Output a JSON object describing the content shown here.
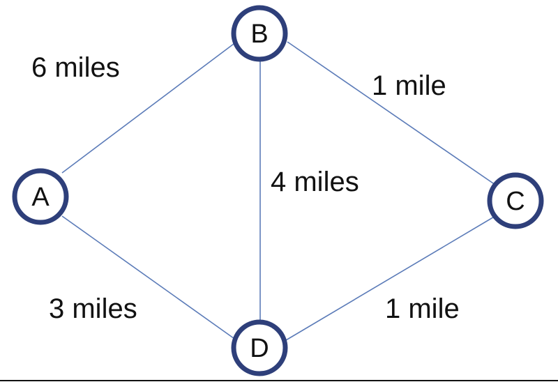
{
  "graph": {
    "nodes": [
      {
        "id": "A",
        "label": "A"
      },
      {
        "id": "B",
        "label": "B"
      },
      {
        "id": "C",
        "label": "C"
      },
      {
        "id": "D",
        "label": "D"
      }
    ],
    "edges": [
      {
        "from": "A",
        "to": "B",
        "label": "6 miles"
      },
      {
        "from": "B",
        "to": "C",
        "label": "1 mile"
      },
      {
        "from": "B",
        "to": "D",
        "label": "4 miles"
      },
      {
        "from": "A",
        "to": "D",
        "label": "3 miles"
      },
      {
        "from": "C",
        "to": "D",
        "label": "1 mile"
      }
    ]
  },
  "colors": {
    "edge": "#5b7bb8",
    "node_border": "#2e3f7a",
    "text": "#111111",
    "background": "#ffffff"
  }
}
